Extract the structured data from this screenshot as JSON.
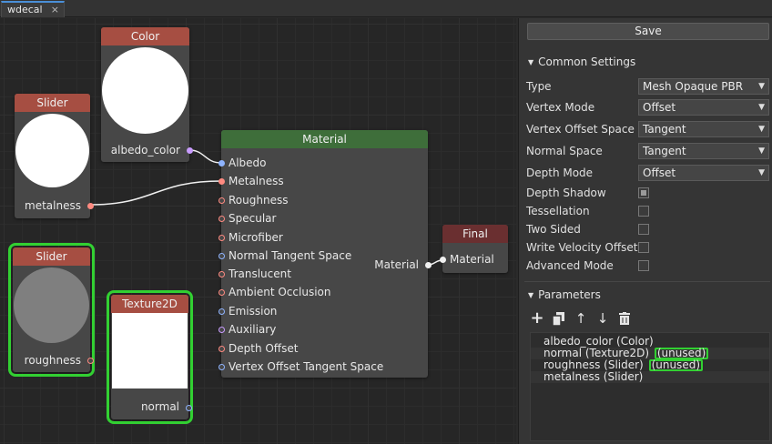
{
  "tab": {
    "title": "wdecal",
    "close": "×"
  },
  "nodes": {
    "color": {
      "title": "Color",
      "output": "albedo_color",
      "preview_color": "#ffffff"
    },
    "slider1": {
      "title": "Slider",
      "output": "metalness",
      "preview_color": "#ffffff"
    },
    "slider2": {
      "title": "Slider",
      "output": "roughness",
      "preview_color": "#7f7f7f"
    },
    "texture": {
      "title": "Texture2D",
      "output": "normal"
    },
    "material": {
      "title": "Material",
      "output": "Material",
      "inputs": [
        "Albedo",
        "Metalness",
        "Roughness",
        "Specular",
        "Microfiber",
        "Normal Tangent Space",
        "Translucent",
        "Ambient Occlusion",
        "Emission",
        "Auxiliary",
        "Depth Offset",
        "Vertex Offset Tangent Space"
      ]
    },
    "final": {
      "title": "Final",
      "input": "Material"
    }
  },
  "panel": {
    "save_label": "Save",
    "common_title": "Common Settings",
    "props": [
      {
        "label": "Type",
        "value": "Mesh Opaque PBR"
      },
      {
        "label": "Vertex Mode",
        "value": "Offset"
      },
      {
        "label": "Vertex Offset Space",
        "value": "Tangent"
      },
      {
        "label": "Normal Space",
        "value": "Tangent"
      },
      {
        "label": "Depth Mode",
        "value": "Offset"
      }
    ],
    "checks": [
      {
        "label": "Depth Shadow",
        "checked": true
      },
      {
        "label": "Tessellation",
        "checked": false
      },
      {
        "label": "Two Sided",
        "checked": false
      },
      {
        "label": "Write Velocity Offset",
        "checked": false
      },
      {
        "label": "Advanced Mode",
        "checked": false
      }
    ],
    "params_title": "Parameters",
    "params": [
      {
        "name": "albedo_color (Color)",
        "unused": ""
      },
      {
        "name": "normal (Texture2D)",
        "unused": "(unused)"
      },
      {
        "name": "roughness (Slider)",
        "unused": "(unused)"
      },
      {
        "name": "metalness (Slider)",
        "unused": ""
      }
    ]
  },
  "colors": {
    "selection": "#32d032",
    "header_red": "#a64e42",
    "header_green": "#3e6e3a",
    "header_maroon": "#6a2f30",
    "pin_blue": "#8fb4ff",
    "pin_red": "#ff8a80",
    "pin_purple": "#c99cff",
    "tab_accent": "#4a8fd8"
  }
}
